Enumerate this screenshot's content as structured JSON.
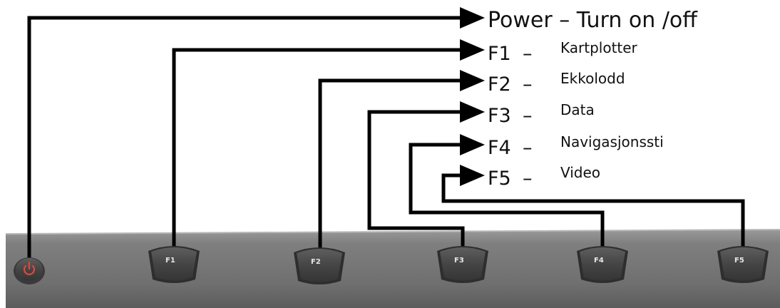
{
  "power": {
    "label": "Power – Turn on /off",
    "icon": "power-icon",
    "icon_color": "#e2463c"
  },
  "function_keys": [
    {
      "key": "F1",
      "dash": "–",
      "description": "Kartplotter",
      "button_label": "F1"
    },
    {
      "key": "F2",
      "dash": "–",
      "description": "Ekkolodd",
      "button_label": "F2"
    },
    {
      "key": "F3",
      "dash": "–",
      "description": "Data",
      "button_label": "F3"
    },
    {
      "key": "F4",
      "dash": "–",
      "description": "Navigasjonssti",
      "button_label": "F4"
    },
    {
      "key": "F5",
      "dash": "–",
      "description": "Video",
      "button_label": "F5"
    }
  ],
  "colors": {
    "panel": "#7c7c7c",
    "button": "#474747",
    "connector": "#000000"
  }
}
